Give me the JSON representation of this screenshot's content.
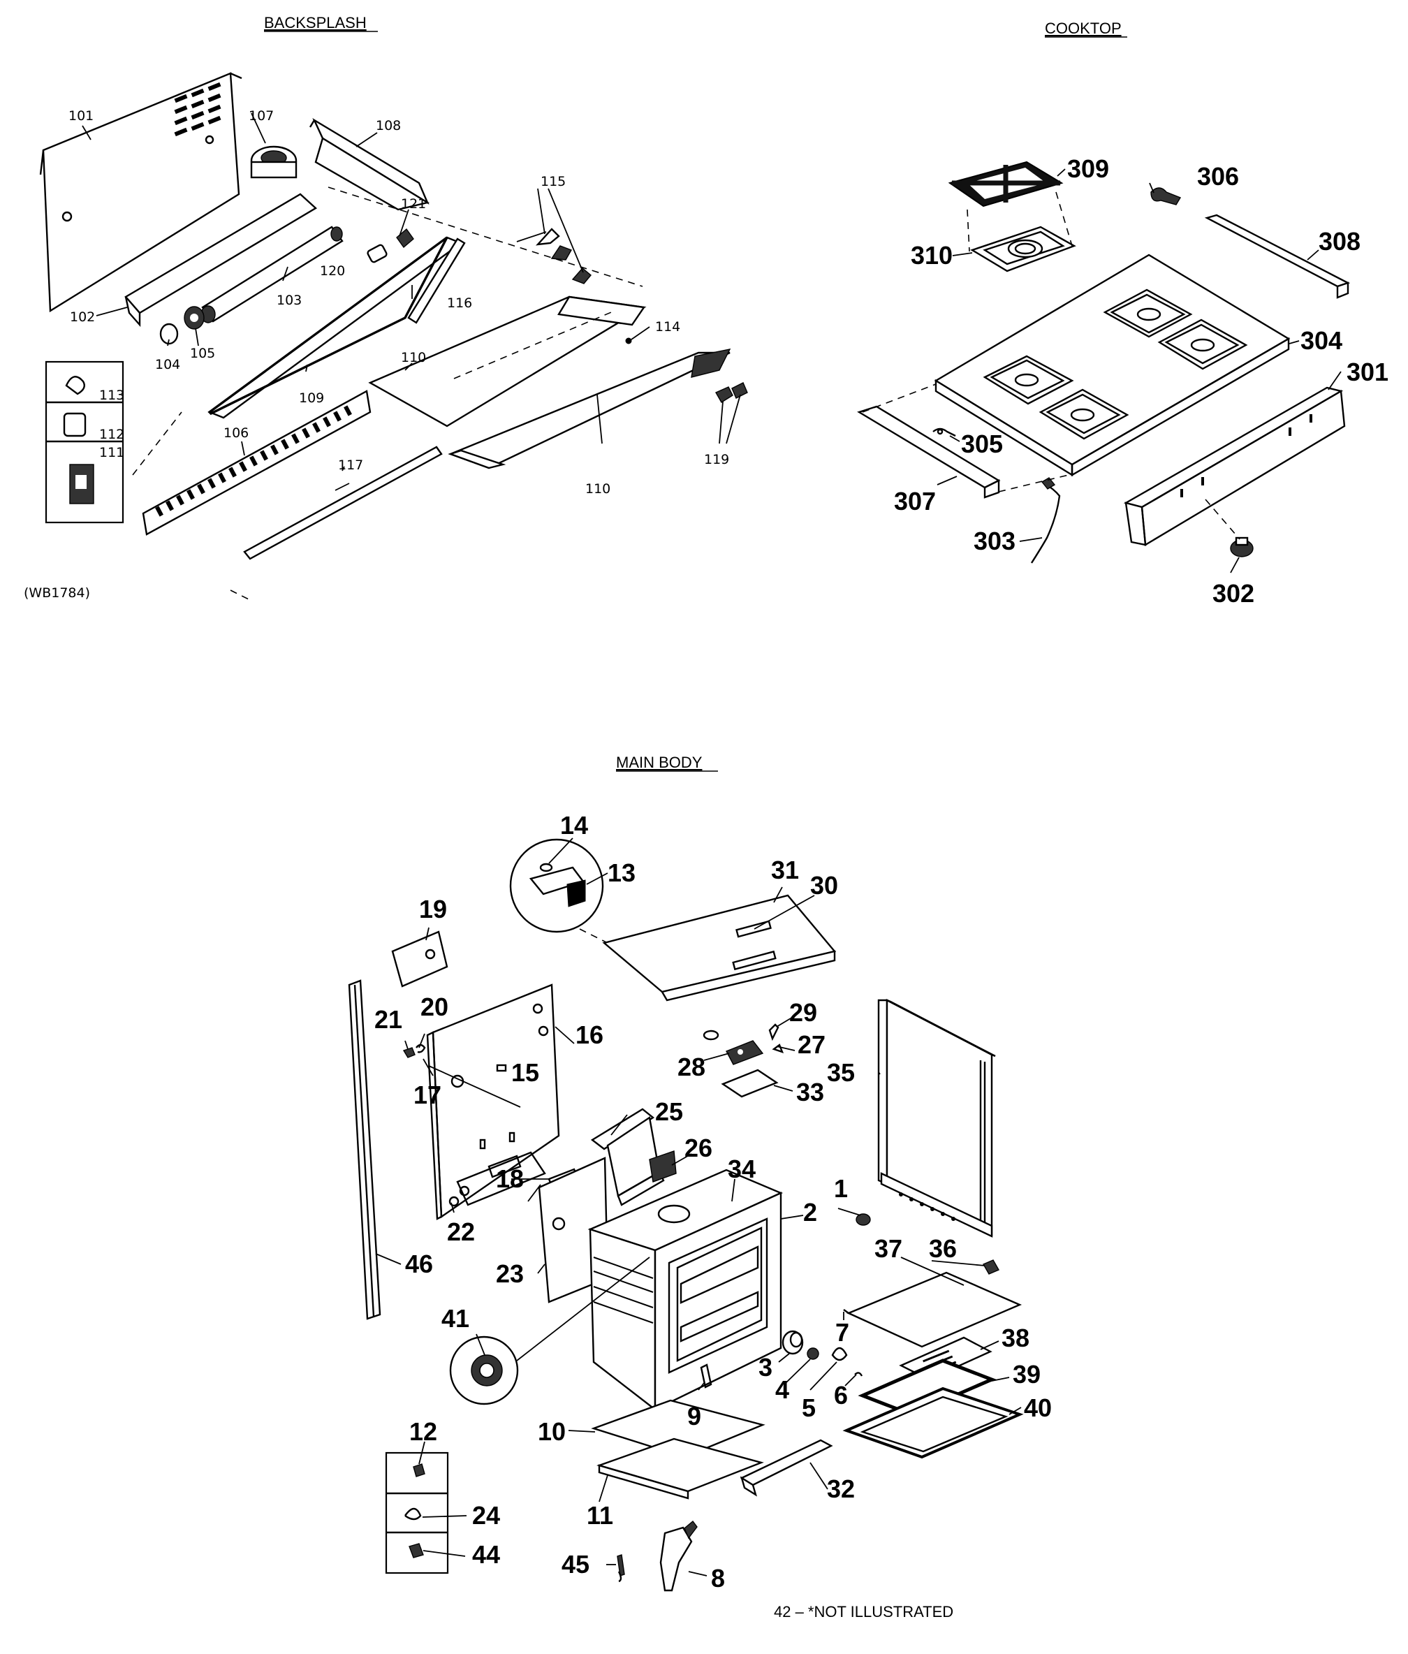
{
  "sections": {
    "backsplash": "BACKSPLASH",
    "cooktop": "COOKTOP",
    "main_body": "MAIN BODY"
  },
  "catalog_code": "(WB1784)",
  "note": "42 – *NOT ILLUSTRATED",
  "backsplash_parts": {
    "p101": "101",
    "p102": "102",
    "p103": "103",
    "p104": "104",
    "p105": "105",
    "p106": "106",
    "p107": "107",
    "p108": "108",
    "p109": "109",
    "p110a": "110",
    "p110b": "110",
    "p111": "111",
    "p112": "112",
    "p113": "113",
    "p114": "114",
    "p115": "115",
    "p116": "116",
    "p117": "117",
    "p119": "119",
    "p120": "120",
    "p121": "121"
  },
  "cooktop_parts": {
    "p301": "301",
    "p302": "302",
    "p303": "303",
    "p304": "304",
    "p305": "305",
    "p306": "306",
    "p307": "307",
    "p308": "308",
    "p309": "309",
    "p310": "310"
  },
  "main_body_parts": {
    "p1": "1",
    "p2": "2",
    "p3": "3",
    "p4": "4",
    "p5": "5",
    "p6": "6",
    "p7": "7",
    "p8": "8",
    "p9": "9",
    "p10": "10",
    "p11": "11",
    "p12": "12",
    "p13": "13",
    "p14": "14",
    "p15": "15",
    "p16": "16",
    "p17": "17",
    "p18": "18",
    "p19": "19",
    "p20": "20",
    "p21": "21",
    "p22": "22",
    "p23": "23",
    "p24": "24",
    "p25": "25",
    "p26": "26",
    "p27": "27",
    "p28": "28",
    "p29": "29",
    "p30": "30",
    "p31": "31",
    "p32": "32",
    "p33": "33",
    "p34": "34",
    "p35": "35",
    "p36": "36",
    "p37": "37",
    "p38": "38",
    "p39": "39",
    "p40": "40",
    "p41": "41",
    "p44": "44",
    "p45": "45",
    "p46": "46"
  }
}
